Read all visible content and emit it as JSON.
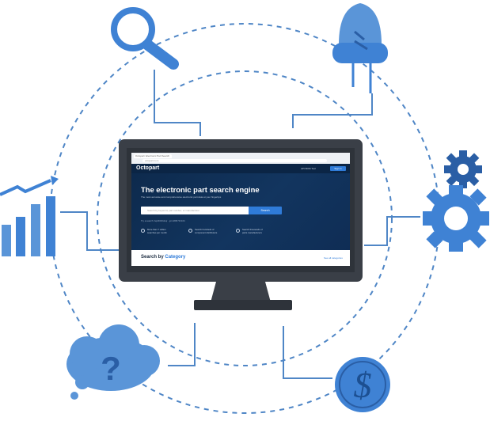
{
  "browser": {
    "tab_title": "Octopart: Electronic Part Search",
    "url": "octopart.com"
  },
  "site": {
    "logo_text": "Octopart",
    "nav_links": "API   BOM Tool",
    "sign_in": "Sign in"
  },
  "hero": {
    "headline": "The electronic part search engine",
    "subtitle": "The most accurate and comprehensive electronic part data at your fingertips",
    "search_placeholder": "Search by keyword, part number, or manufacturer",
    "search_button": "Search",
    "try_text": "Try a search: bq24040dsqr · grm188r71h104",
    "stats": [
      {
        "line1": "More than 7 million",
        "line2": "searches per month"
      },
      {
        "line1": "Search hundreds of",
        "line2": "component distributors"
      },
      {
        "line1": "Search thousands of",
        "line2": "parts manufacturers"
      }
    ]
  },
  "category": {
    "title_prefix": "Search by",
    "title_highlight": "Category",
    "all_link": "See all categories"
  },
  "icons": [
    "magnifier-icon",
    "led-icon",
    "gear-icon",
    "dollar-coin-icon",
    "question-cloud-icon",
    "bar-chart-icon",
    "monitor-icon"
  ],
  "colors": {
    "accent_blue": "#3f82d4",
    "light_blue": "#5a95d8",
    "navy": "#0b2545",
    "monitor_frame": "#3a3f47"
  }
}
